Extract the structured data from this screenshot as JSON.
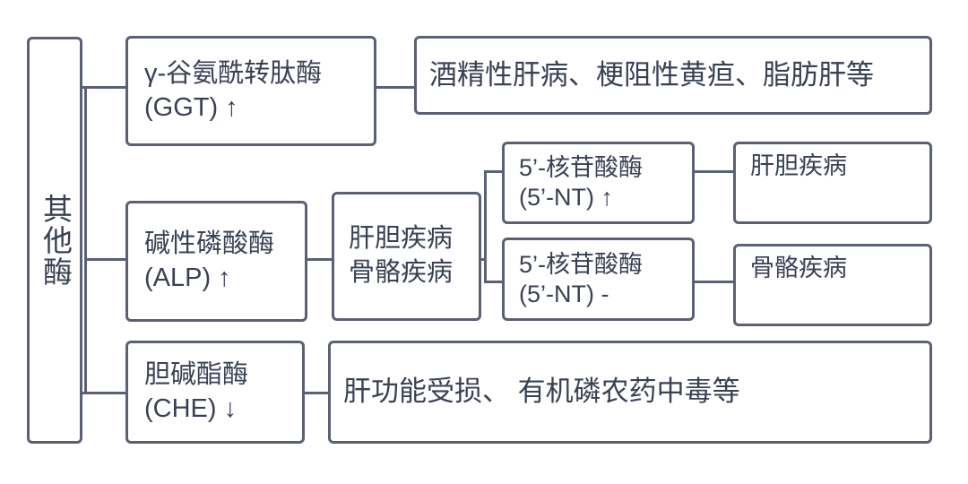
{
  "diagram": {
    "type": "tree-mindmap",
    "title_node": "其他酶",
    "colors": {
      "border": "#5a6175",
      "text": "#3a4155",
      "background": "#ffffff"
    },
    "root": {
      "label": "其他酶",
      "orientation": "vertical-text"
    },
    "branches": [
      {
        "id": "ggt",
        "enzyme": "γ-谷氨酰转肽酶\n(GGT) ↑",
        "enzyme_name": "γ-谷氨酰转肽酶",
        "abbrev": "(GGT)",
        "trend": "↑",
        "result": "酒精性肝病、梗阻性黄疸、脂肪肝等"
      },
      {
        "id": "alp",
        "enzyme": "碱性磷酸酶\n(ALP) ↑",
        "enzyme_name": "碱性磷酸酶",
        "abbrev": "(ALP)",
        "trend": "↑",
        "result": "肝胆疾病\n骨骼疾病",
        "children": [
          {
            "id": "nt-up",
            "enzyme": "5’-核苷酸酶\n(5’-NT) ↑",
            "enzyme_name": "5’-核苷酸酶",
            "abbrev": "(5’-NT)",
            "trend": "↑",
            "result": "肝胆疾病"
          },
          {
            "id": "nt-flat",
            "enzyme": "5’-核苷酸酶\n(5’-NT) -",
            "enzyme_name": "5’-核苷酸酶",
            "abbrev": "(5’-NT)",
            "trend": "-",
            "result": "骨骼疾病"
          }
        ]
      },
      {
        "id": "che",
        "enzyme": "胆碱酯酶\n(CHE) ↓",
        "enzyme_name": "胆碱酯酶",
        "abbrev": "(CHE)",
        "trend": "↓",
        "result": "肝功能受损、 有机磷农药中毒等"
      }
    ]
  }
}
